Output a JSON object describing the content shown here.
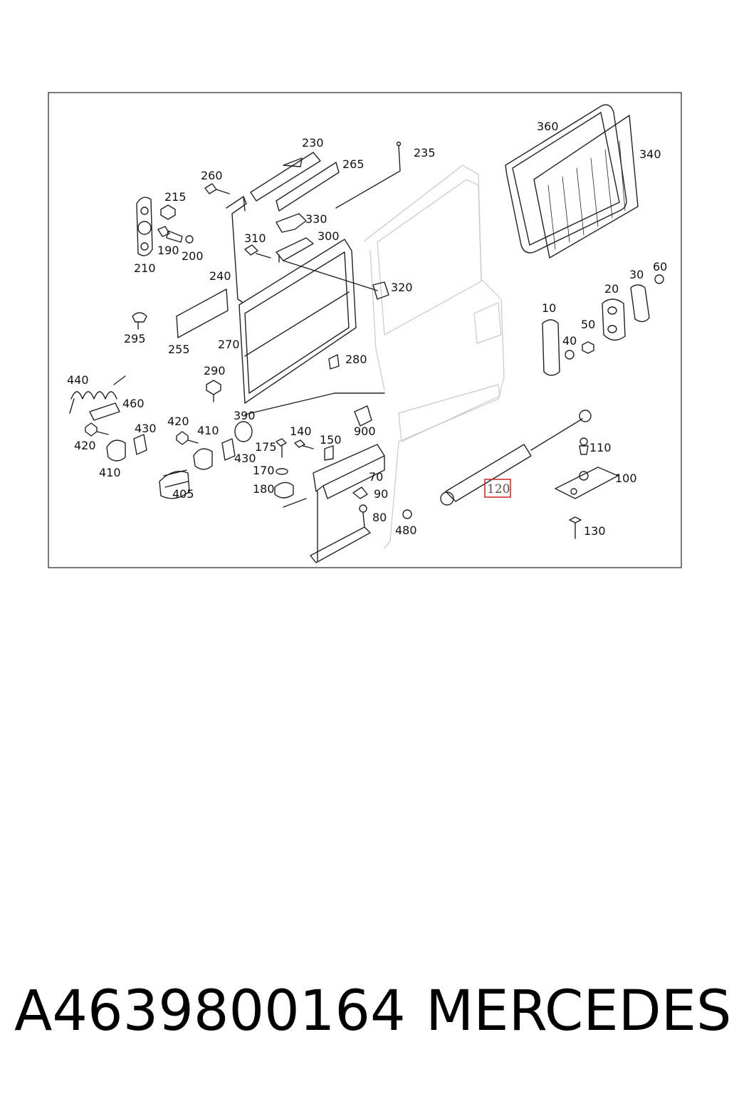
{
  "diagram": {
    "highlighted_part": "120",
    "labels": [
      "230",
      "235",
      "265",
      "260",
      "215",
      "330",
      "300",
      "310",
      "190",
      "200",
      "210",
      "240",
      "320",
      "295",
      "255",
      "270",
      "280",
      "290",
      "440",
      "460",
      "420",
      "410",
      "430",
      "390",
      "900",
      "140",
      "175",
      "150",
      "170",
      "180",
      "70",
      "90",
      "80",
      "480",
      "405",
      "110",
      "100",
      "130",
      "360",
      "340",
      "60",
      "30",
      "20",
      "10",
      "50",
      "40"
    ]
  },
  "footer": {
    "part_number": "A4639800164",
    "brand": "MERCEDES"
  }
}
